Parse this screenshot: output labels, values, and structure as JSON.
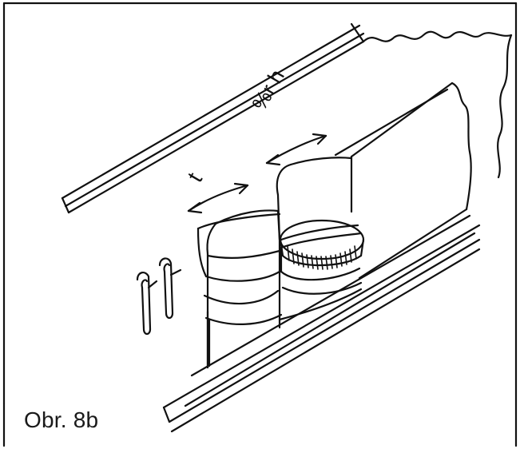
{
  "figure": {
    "caption": "Obr. 8b",
    "label_t": "t",
    "label_rh": "%r h",
    "line_color": "#111111",
    "background_color": "#ffffff"
  }
}
